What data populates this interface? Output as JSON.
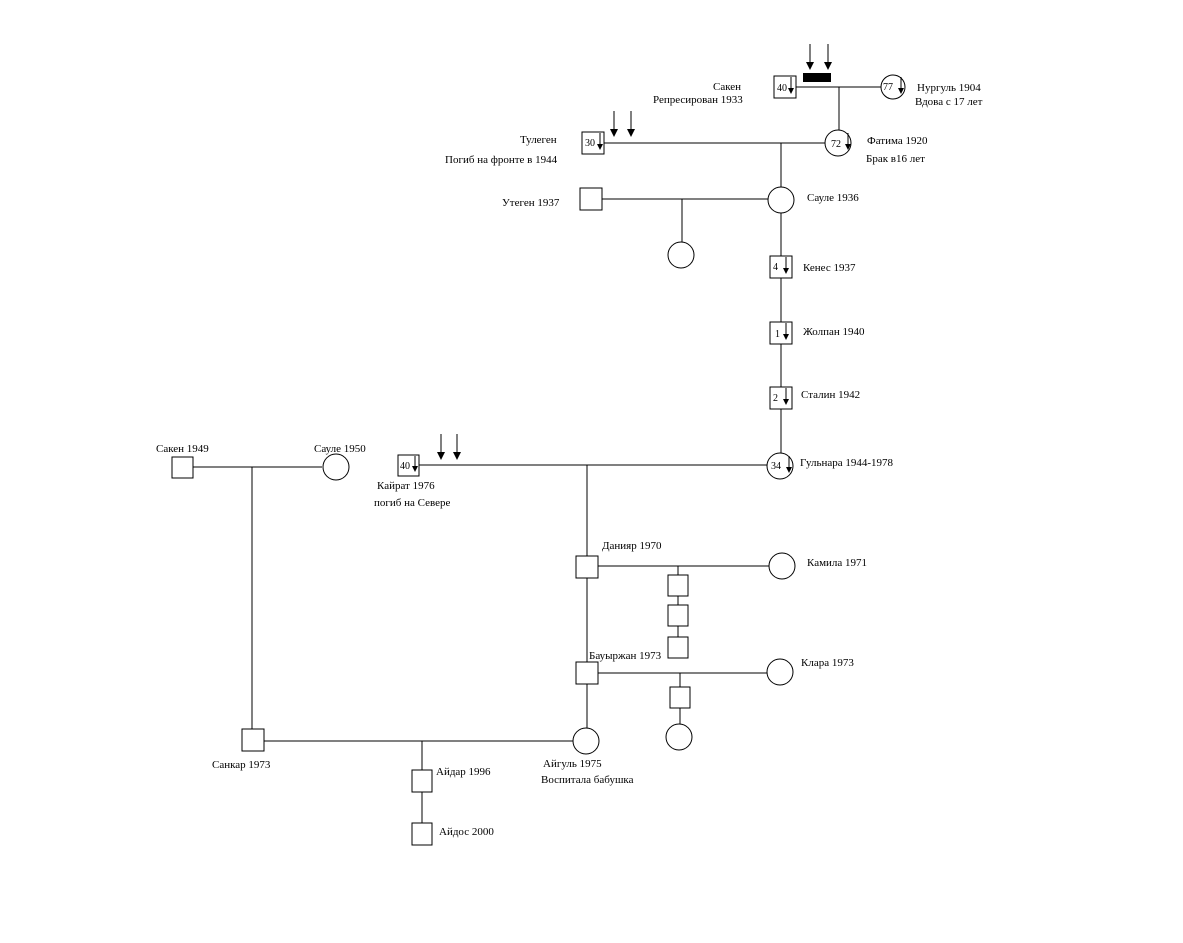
{
  "persons": {
    "saken_1": {
      "name": "Сакен",
      "note": "Репресирован  1933",
      "age": "40"
    },
    "nurgul": {
      "name": "Нургуль 1904",
      "note": "Вдова с 17 лет",
      "age": "77"
    },
    "tulegen": {
      "name": "Тулеген",
      "note": "Погиб на фронте  в  1944",
      "age": "30"
    },
    "fatima": {
      "name": "Фатима 1920",
      "note": "Брак в16 лет",
      "age": "72"
    },
    "utegen": {
      "name": "Утеген 1937"
    },
    "saule_1936": {
      "name": "Сауле 1936"
    },
    "kenes": {
      "name": "Кенес 1937",
      "age": "4"
    },
    "zholpan": {
      "name": "Жолпан 1940",
      "age": "1"
    },
    "stalin": {
      "name": "Сталин 1942",
      "age": "2"
    },
    "gulnara": {
      "name": "Гульнара 1944-1978",
      "age": "34"
    },
    "saken_1949": {
      "name": "Сакен 1949"
    },
    "saule_1950": {
      "name": "Сауле 1950"
    },
    "kairat": {
      "name": "Кайрат 1976",
      "note": "погиб на Севере",
      "age": "40"
    },
    "daniyar": {
      "name": "Данияр 1970"
    },
    "kamila": {
      "name": "Камила 1971"
    },
    "baurzhan": {
      "name": "Бауыржан 1973"
    },
    "klara": {
      "name": "Клара 1973"
    },
    "sankar": {
      "name": "Санкар 1973"
    },
    "aigul": {
      "name": "Айгуль 1975",
      "note": "Воспитала бабушка"
    },
    "aidar": {
      "name": "Айдар 1996"
    },
    "aidos": {
      "name": "Айдос 2000"
    }
  }
}
